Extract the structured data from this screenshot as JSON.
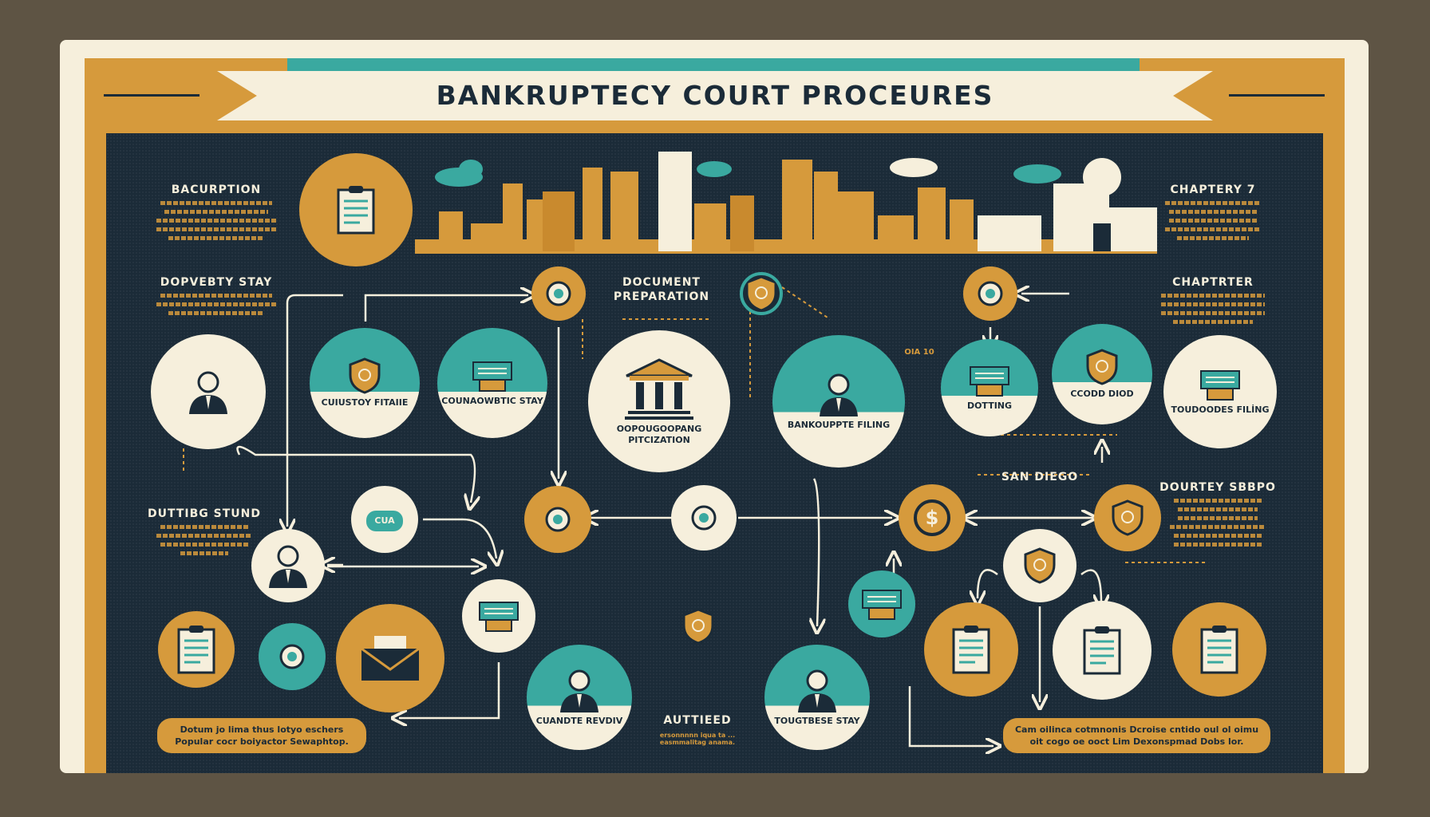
{
  "title": "BANKRUPTECY COURT PROCEURES",
  "side_headings": {
    "left_1": "BACURPTION",
    "left_2": "DOPVEBTY STAY",
    "left_3": "DUTTIBG STUND",
    "right_1": "CHAPTERY 7",
    "right_2": "CHAPTRTER",
    "right_3": "DOURTEY SBBPO"
  },
  "center_labels": {
    "document_preparation": "DOCUMENT PREPARATION",
    "san_diego": "SAN DIEGO",
    "autiieed": "AUTTIEED",
    "autiieed_sub": "ersonnnnn iqua ta ... easmmalitag anama.",
    "small_code": "OIA 10"
  },
  "nodes": {
    "custody_filing": "CUIUSTOY FITAIIE",
    "counaowbtic_stay": "COUNAOWBTIC STAY",
    "document_petition": "OOPOUGOOPANG PITCIZATION",
    "bankruptcy_filing": "BANKOUPPTE FILING",
    "dotting": "DOTTING",
    "ccodd_diod": "CCODD DIOD",
    "toudoodes_filing": "TOUDOODES FILİNG",
    "small_badge": "CUA",
    "chapter_review": "CUANDTE REVDIV",
    "trustee_stay": "TOUGTBESE STAY"
  },
  "callouts": {
    "left": "Dotum jo lima thus lotyo eschers Popular cocr boiyactor Sewaphtop.",
    "right": "Cam oilinca cotmnonis Dcroise cntido oul ol oimu oit cogo oe ooct Lim Dexonspmad Dobs lor."
  },
  "colors": {
    "navy": "#1b2b38",
    "gold": "#d69a3c",
    "teal": "#3aa9a0",
    "cream": "#f6efdc"
  }
}
